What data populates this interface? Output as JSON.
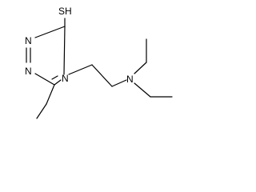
{
  "structure": {
    "atoms": {
      "thiol": "SH",
      "ring_n1": "N",
      "ring_n2": "N",
      "ring_n4": "N",
      "amine_n": "N"
    }
  }
}
